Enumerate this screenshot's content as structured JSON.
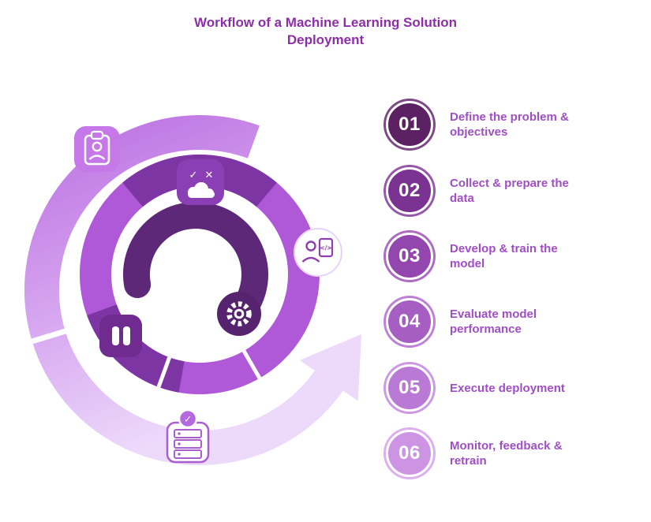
{
  "title": {
    "line1": "Workflow of a Machine Learning Solution",
    "line2": "Deployment"
  },
  "colors": {
    "title": "#8E2DA8",
    "label": "#A04EC5",
    "background": "#FFFFFF",
    "spiral_dark": "#5E2878",
    "spiral_mid": "#AF58D8",
    "spiral_light": "#E8CDF8"
  },
  "steps": [
    {
      "number": "01",
      "label": "Define the problem & objectives",
      "disc": "#5C2162",
      "ring": "#7D4A85"
    },
    {
      "number": "02",
      "label": "Collect & prepare the data",
      "disc": "#7A3390",
      "ring": "#9559A8"
    },
    {
      "number": "03",
      "label": "Develop & train the model",
      "disc": "#9347AE",
      "ring": "#AB6CC2"
    },
    {
      "number": "04",
      "label": "Evaluate model performance",
      "disc": "#A75EC2",
      "ring": "#BD82D4"
    },
    {
      "number": "05",
      "label": "Execute deployment",
      "disc": "#BB79D6",
      "ring": "#CD99E2"
    },
    {
      "number": "06",
      "label": "Monitor, feedback & retrain",
      "disc": "#CD94E4",
      "ring": "#DCAFED"
    }
  ],
  "glyphs": {
    "check": "✓",
    "cross": "✕",
    "code": "</>"
  },
  "diagram": {
    "icons": [
      "clipboard-user",
      "cloud-validation",
      "developer-document",
      "pause",
      "gear",
      "server-check"
    ]
  }
}
